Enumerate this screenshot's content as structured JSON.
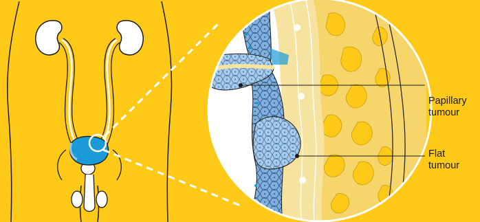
{
  "labels": {
    "papillary": {
      "line1": "Papillary",
      "line2": "tumour"
    },
    "flat": {
      "line1": "Flat",
      "line2": "tumour"
    }
  },
  "colors": {
    "background": "#FFC917",
    "bladder": "#1A9BD7",
    "urothelium": "#6FA8DC",
    "bladder_wall": "#F6E3A0",
    "outline": "#1a1a1a"
  },
  "icons": [
    "kidney-left",
    "kidney-right",
    "bladder",
    "magnified-bladder-wall"
  ]
}
